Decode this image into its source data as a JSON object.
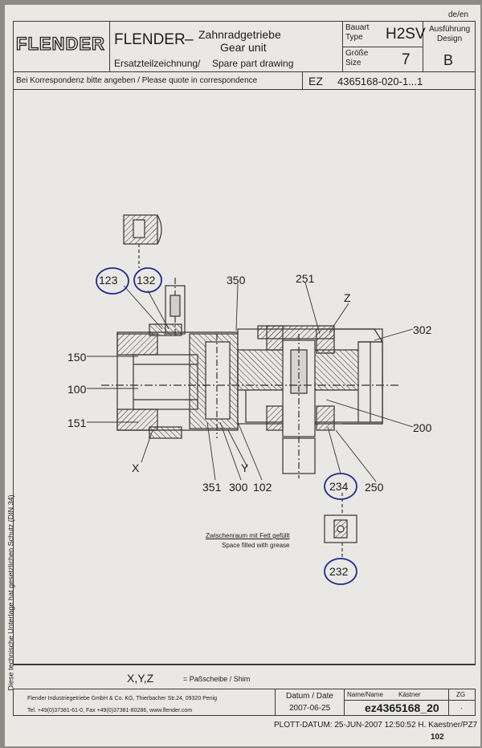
{
  "page_lang": "de/en",
  "header": {
    "logo": "FLENDER",
    "company": "FLENDER",
    "dash": "–",
    "title_de": "Zahnradgetriebe",
    "title_en": "Gear unit",
    "subtitle_de": "Ersatzteilzeichnung/",
    "subtitle_en": "Spare part drawing",
    "type_label": "Bauart\nType",
    "type_label_de": "Bauart",
    "type_label_en": "Type",
    "type_value": "H2SV",
    "size_label_de": "Größe",
    "size_label_en": "Size",
    "size_value": "7",
    "design_label_de": "Ausführung",
    "design_label_en": "Design",
    "design_value": "B"
  },
  "correspondence": {
    "text": "Bei Korrespondenz bitte angeben /  Please quote in correspondence",
    "prefix": "EZ",
    "number": "4365168-020-1...1"
  },
  "drawing": {
    "detail_label_top": "",
    "callouts": [
      "123",
      "132",
      "350",
      "251",
      "Z",
      "302",
      "150",
      "100",
      "151",
      "200",
      "X",
      "351",
      "300",
      "102",
      "Y",
      "234",
      "250",
      "232"
    ],
    "note_de": "Zwischenraum mit Fett gefüllt",
    "note_en": "Space filled with grease"
  },
  "side_text": "Diese technische Unterlage hat gesetzlichen Schutz  (DIN 34)",
  "shim_legend": {
    "letters": "X,Y,Z",
    "text": "= Paßscheibe / Shim"
  },
  "footer": {
    "address": "Flender Industriegetriebe GmbH & Co. KG, Thierbacher Str.24, 09320 Penig",
    "contact": "Tel. +49(0)37381-61-0, Fax +49(0)37381-80286, www.flender.com",
    "date_label": "Datum / Date",
    "date_value": "2007-06-25",
    "name_label": "Name/Name",
    "name_value": "Kästner",
    "zg_label": "ZG",
    "zg_value": ".",
    "drawing_id": "ez4365168_20"
  },
  "plot_line": "PLOTT-DATUM: 25-JUN-2007 12:50:52 H. Kaestner/PZ7",
  "page_number": "102",
  "colors": {
    "paper": "#e9e8e4",
    "ink": "#3a3a3a",
    "circle_pen": "#1e2a8c"
  }
}
